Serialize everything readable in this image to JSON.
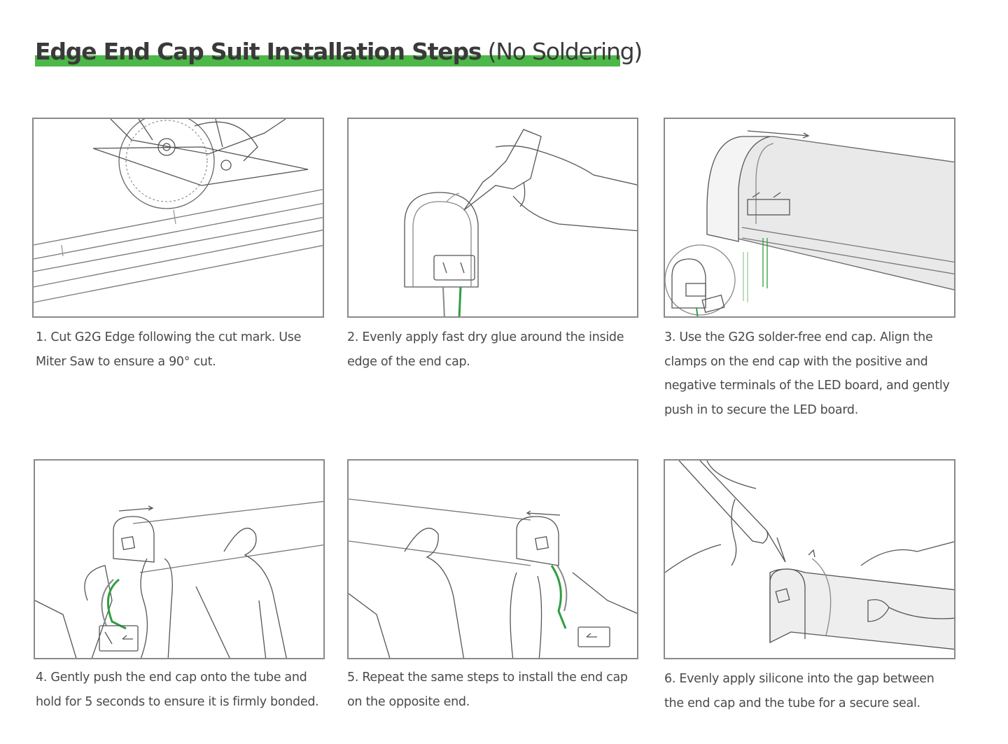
{
  "header": {
    "title_bold": "Edge End Cap Suit Installation Steps",
    "title_light": "(No Soldering)",
    "accent_color": "#4cb848"
  },
  "steps": [
    {
      "caption": "1. Cut G2G Edge following the cut mark. Use Miter Saw to ensure a 90° cut."
    },
    {
      "caption": "2. Evenly apply fast dry glue around the inside edge of the end cap."
    },
    {
      "caption": "3. Use the G2G solder-free end cap. Align the clamps on the end cap with the positive and negative terminals of the LED board, and gently push in to secure the LED board."
    },
    {
      "caption": "4. Gently push the end cap onto the tube and hold for 5 seconds to ensure it is firmly bonded."
    },
    {
      "caption": "5. Repeat the same steps to install the end cap on the opposite end."
    },
    {
      "caption": "6. Evenly apply silicone into the gap between the end cap and the tube for a secure seal."
    }
  ]
}
